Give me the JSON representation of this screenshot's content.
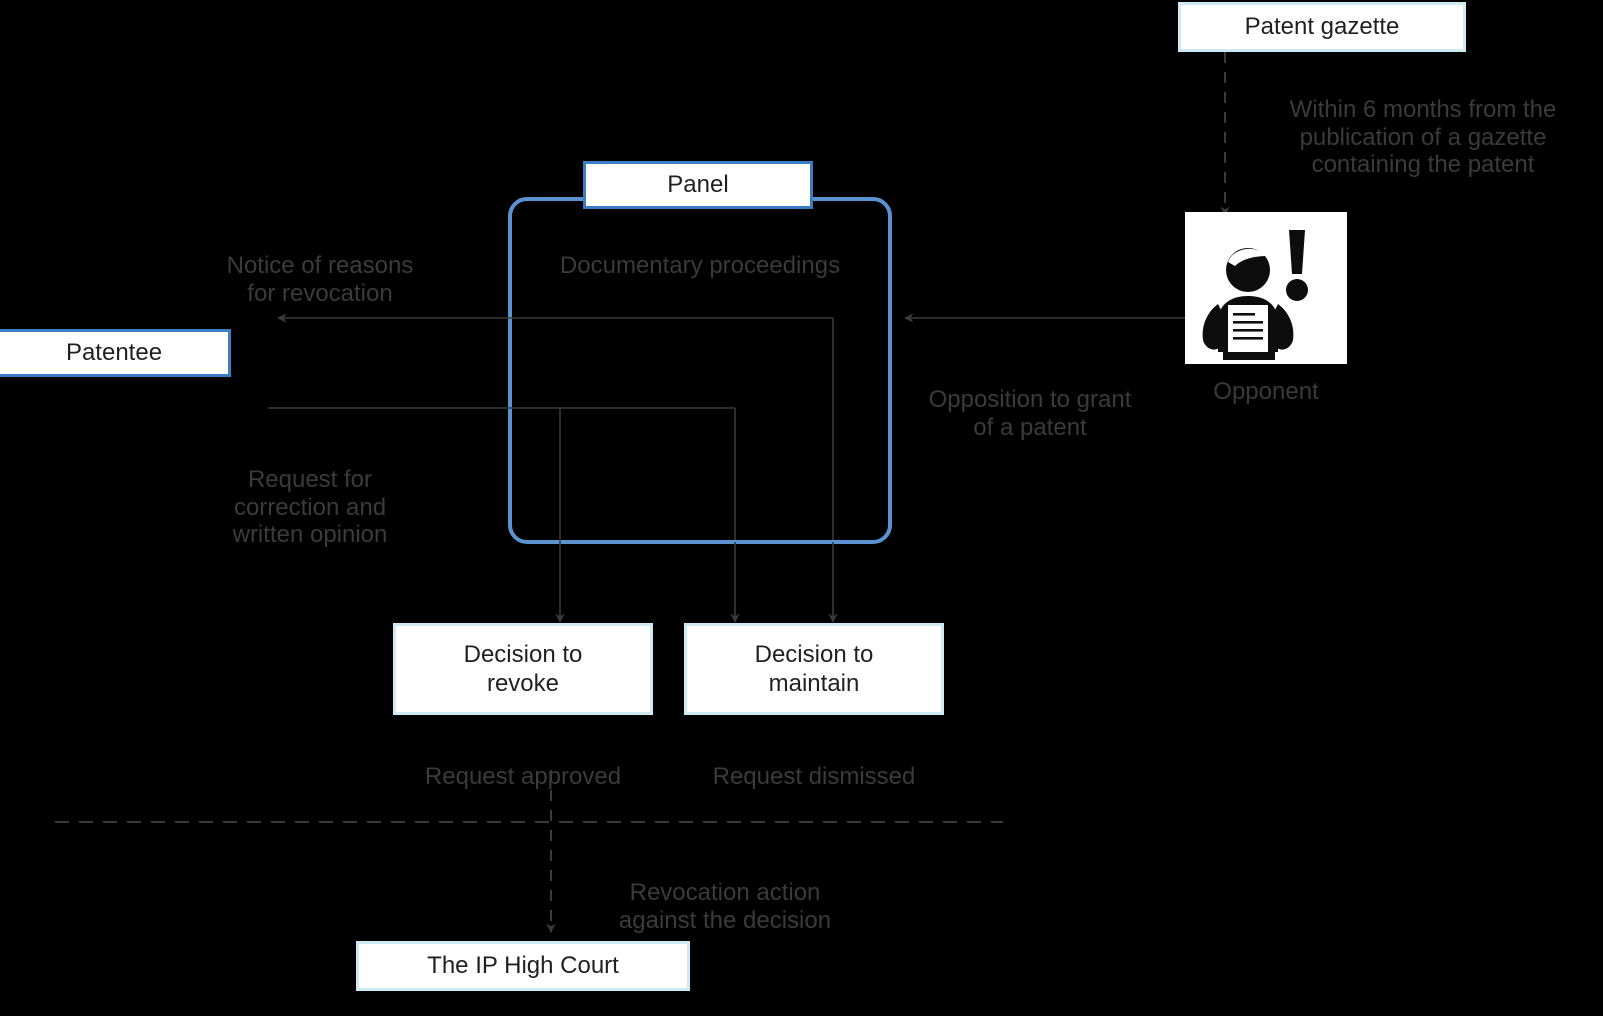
{
  "diagram": {
    "title": "Patent opposition procedure flow",
    "colors": {
      "background": "#000000",
      "box_fill": "#ffffff",
      "border_blue": "#3b7dc4",
      "border_cyan": "#cfeaf2",
      "text_dark": "#231f20",
      "text_gray": "#3b3b3b",
      "connector_gray": "#3a3a3a",
      "panel_blue": "#5b93d1"
    },
    "nodes": {
      "patent_gazette": {
        "label": "Patent gazette"
      },
      "panel": {
        "label": "Panel"
      },
      "panel_body": {
        "label": "Documentary proceedings"
      },
      "patentee": {
        "label": "Patentee"
      },
      "opponent": {
        "label": "Opponent",
        "icon": "person-with-document-exclamation-icon"
      },
      "decision_revoke": {
        "label": "Decision to\nrevoke"
      },
      "decision_maintain": {
        "label": "Decision to\nmaintain"
      },
      "ip_high_court": {
        "label": "The IP High Court"
      }
    },
    "edge_labels": {
      "within_six_months": "Within 6 months from the\npublication of a gazette\ncontaining the patent",
      "notice_of_reasons": "Notice of reasons\nfor revocation",
      "opposition_to_grant": "Opposition to grant\nof a patent",
      "request_for_correction": "Request for\ncorrection and\nwritten opinion",
      "request_approved": "Request approved",
      "request_dismissed": "Request dismissed",
      "revocation_action": "Revocation action\nagainst the decision"
    }
  }
}
